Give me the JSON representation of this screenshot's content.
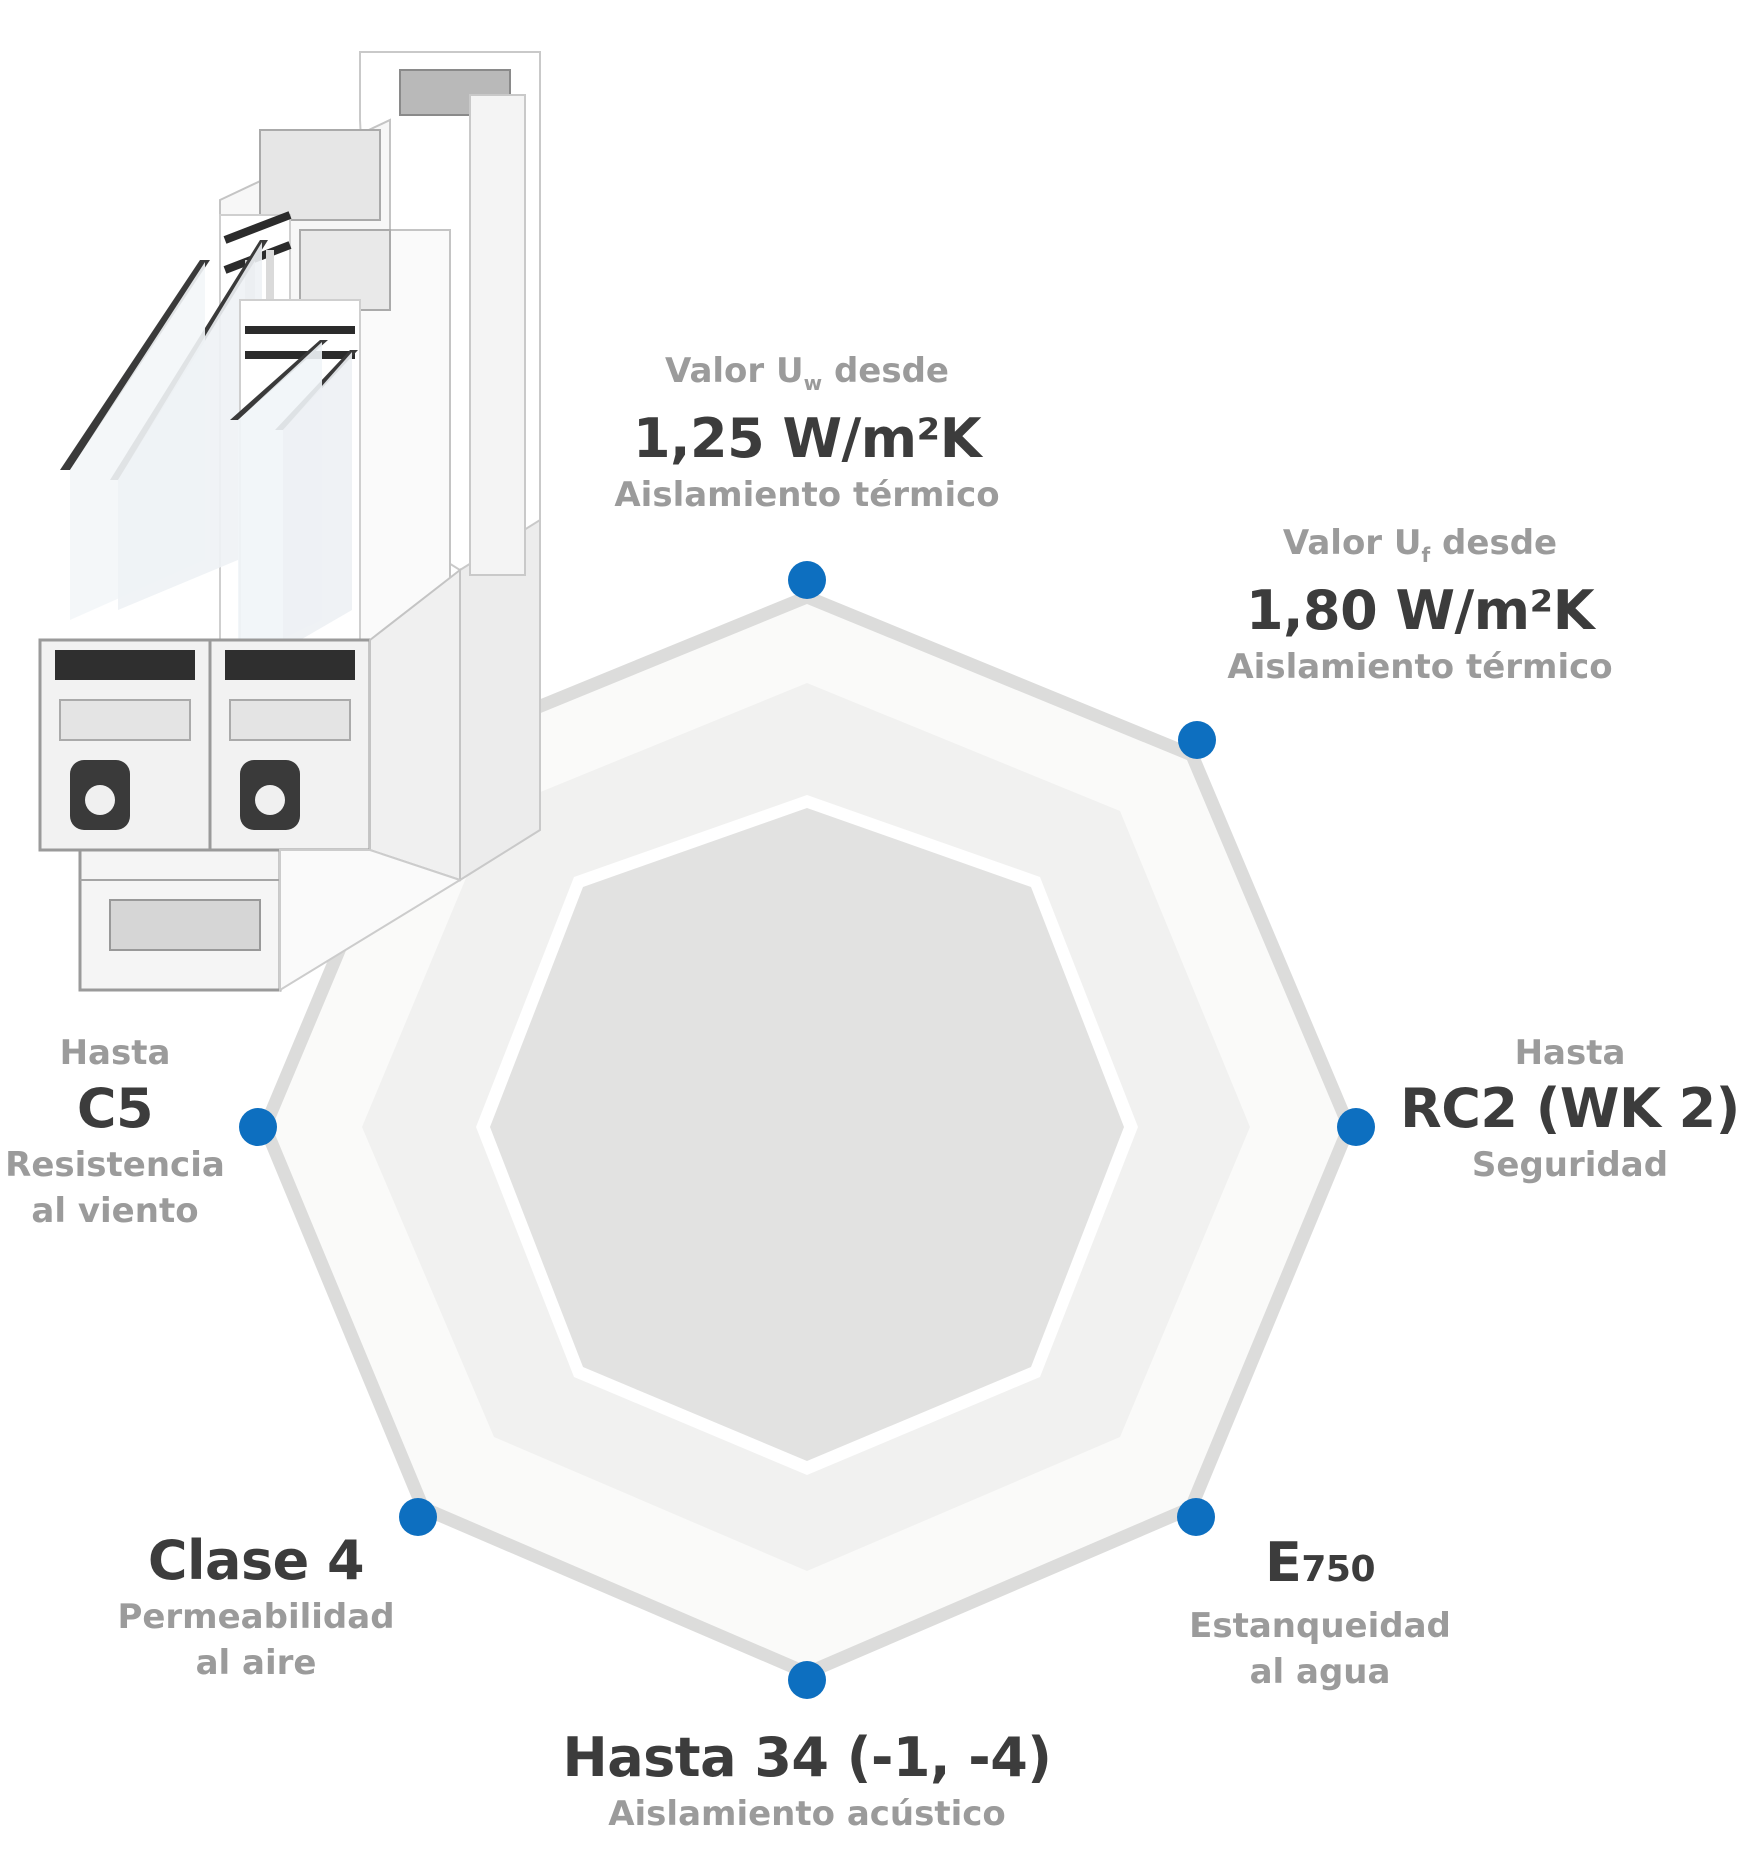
{
  "colors": {
    "dot": "#0d6fc0",
    "outline": "#dcdcdb",
    "band_outer": "#fafaf9",
    "band_mid": "#f1f1f0",
    "inner": "#e2e2e1",
    "label_gray": "#9b9b9b",
    "value_dark": "#3c3c3c"
  },
  "image": {
    "name": "window-profile-cross-section",
    "description": ""
  },
  "features": [
    {
      "id": "uw",
      "prefix": "Valor U",
      "prefix_sub": "w",
      "prefix_end": " desde",
      "value": "1,25 W/m²K",
      "caption_lines": [
        "Aislamiento térmico"
      ]
    },
    {
      "id": "uf",
      "prefix": "Valor U",
      "prefix_sub": "f",
      "prefix_end": " desde",
      "value": "1,80 W/m²K",
      "caption_lines": [
        "Aislamiento térmico"
      ]
    },
    {
      "id": "security",
      "prefix": "Hasta",
      "value": "RC2 (WK 2)",
      "caption_lines": [
        "Seguridad"
      ]
    },
    {
      "id": "water",
      "value_main": "E",
      "value_small": "750",
      "caption_lines": [
        "Estanqueidad",
        "al agua"
      ]
    },
    {
      "id": "acoustic",
      "value": "Hasta 34 (-1, -4)",
      "caption_lines": [
        "Aislamiento acústico"
      ]
    },
    {
      "id": "air",
      "value": "Clase 4",
      "caption_lines": [
        "Permeabilidad",
        "al aire"
      ]
    },
    {
      "id": "wind",
      "prefix": "Hasta",
      "value": "C5",
      "caption_lines": [
        "Resistencia",
        "al viento"
      ]
    }
  ]
}
